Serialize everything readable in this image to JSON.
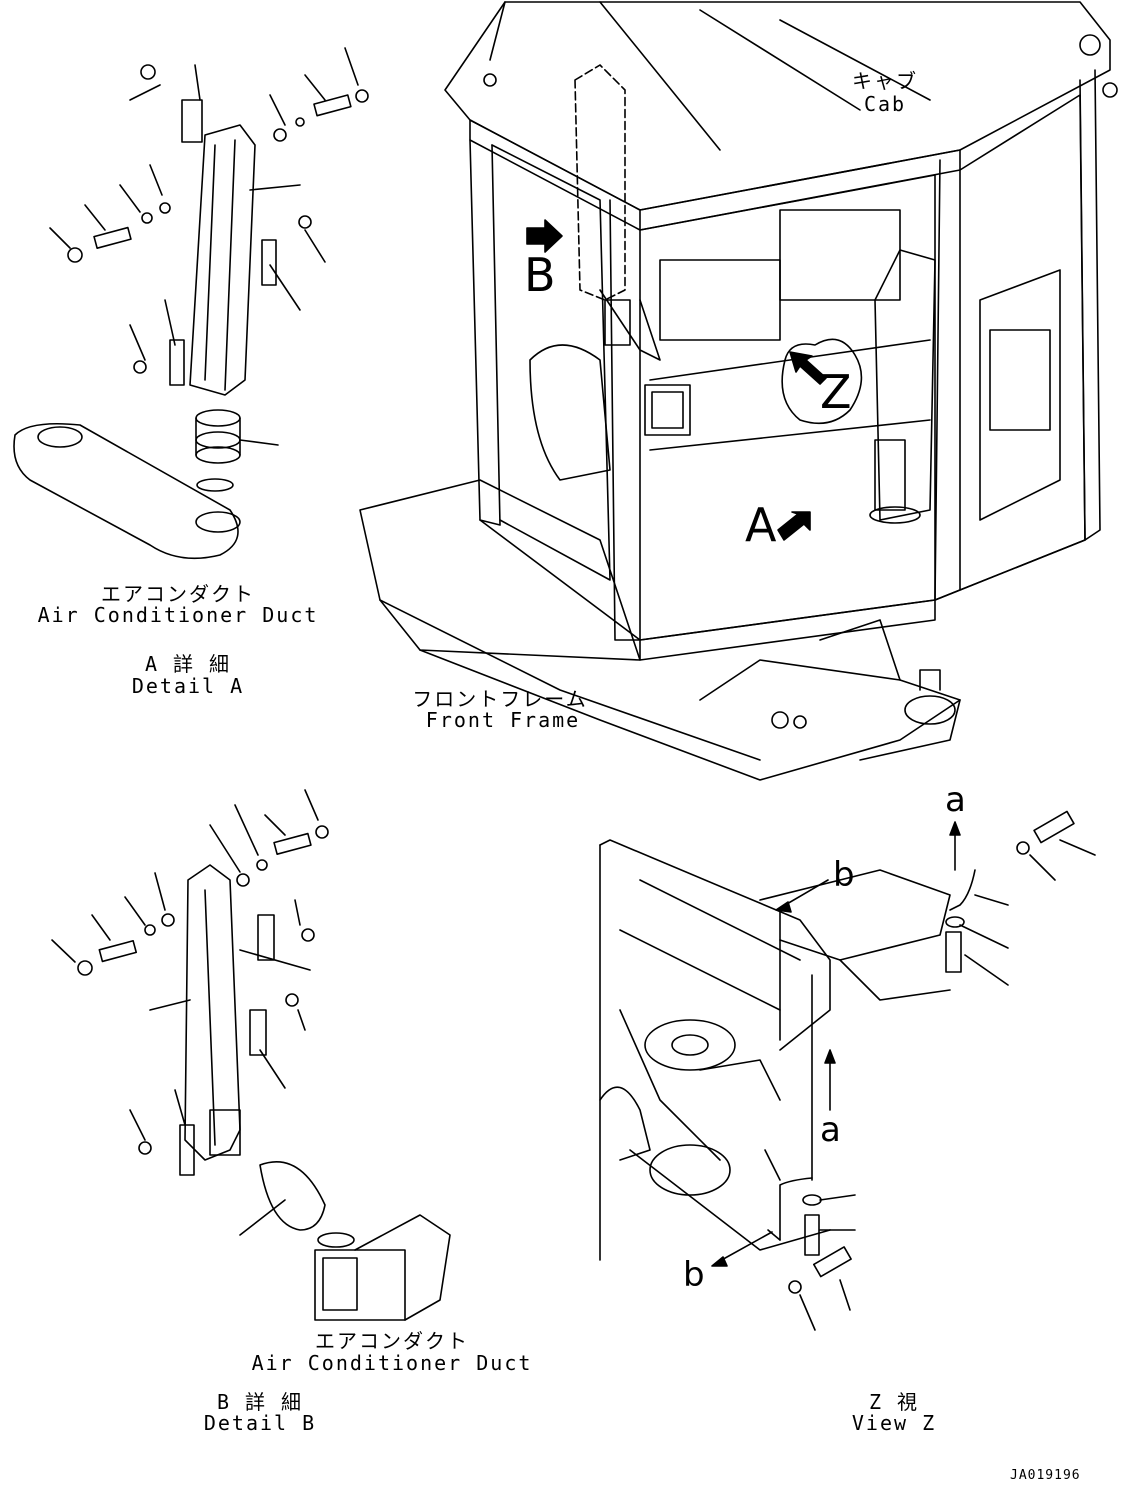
{
  "labels": {
    "cab_jp": "キャブ",
    "cab_en": "Cab",
    "front_frame_jp": "フロントフレーム",
    "front_frame_en": "Front Frame",
    "duct_a_jp": "エアコンダクト",
    "duct_a_en": "Air Conditioner Duct",
    "detail_a_jp": "A 詳 細",
    "detail_a_en": "Detail A",
    "duct_b_jp": "エアコンダクト",
    "duct_b_en": "Air Conditioner Duct",
    "detail_b_jp": "B 詳 細",
    "detail_b_en": "Detail B",
    "view_z_jp": "Z 視",
    "view_z_en": "View Z",
    "drawing_number": "JA019196"
  },
  "callouts": {
    "b_large": "B",
    "a_large": "A",
    "z_large": "Z",
    "a_upper": "a",
    "a_lower": "a",
    "b_upper": "b",
    "b_lower": "b"
  }
}
